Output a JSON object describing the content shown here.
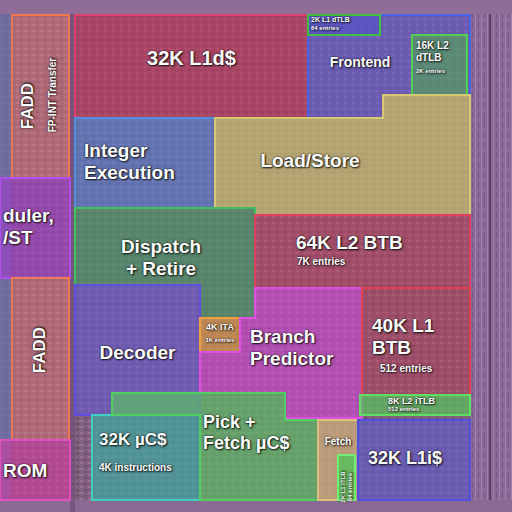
{
  "diagram": {
    "nodes": [
      {
        "text": [
          "FADD",
          "FP-INT Transfer"
        ]
      },
      {
        "text": [
          "32K L1d$"
        ]
      },
      {
        "text": [
          "Frontend"
        ]
      },
      {
        "text": [
          "2K L1 dTLB",
          "64 entries"
        ],
        "in": 2
      },
      {
        "text": [
          "16K L2 dTLB",
          "2K entries"
        ],
        "in": 2
      },
      {
        "text": [
          "Integer Execution"
        ]
      },
      {
        "text": [
          "Load/Store"
        ]
      },
      {
        "text": [
          "duler, /ST"
        ]
      },
      {
        "text": [
          "Dispatch + Retire"
        ]
      },
      {
        "text": [
          "64K L2 BTB",
          "7K entries"
        ]
      },
      {
        "text": [
          "FADD"
        ]
      },
      {
        "text": [
          "Decoder"
        ]
      },
      {
        "text": [
          "4K ITA",
          "1K entries"
        ]
      },
      {
        "text": [
          "Branch Predictor"
        ]
      },
      {
        "text": [
          "40K L1 BTB",
          "512 entries"
        ]
      },
      {
        "text": [
          "8K L2 iTLB",
          "512 entries"
        ]
      },
      {
        "text": [
          "32K µC$",
          "4K instructions"
        ]
      },
      {
        "text": [
          "Pick + Fetch µC$"
        ]
      },
      {
        "text": [
          "Fetch"
        ]
      },
      {
        "text": [
          "2K L1 iTLB",
          "64 entries"
        ],
        "in": 18
      },
      {
        "text": [
          "ROM"
        ]
      },
      {
        "text": [
          "32K L1i$"
        ]
      }
    ]
  }
}
